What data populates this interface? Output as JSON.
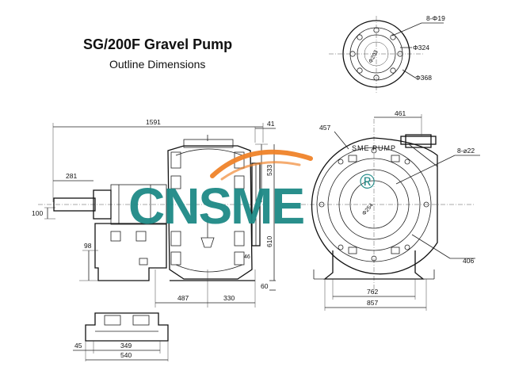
{
  "title": "SG/200F Gravel Pump",
  "subtitle": "Outline Dimensions",
  "logo": {
    "text": "CNSME",
    "registered": "®",
    "teal": "#1e8a86",
    "orange": "#f0832a"
  },
  "side_view": {
    "dim_1591": "1591",
    "dim_41": "41",
    "dim_281": "281",
    "dim_533": "533",
    "dim_100": "100",
    "dim_610": "610",
    "dim_98": "98",
    "dim_46": "46",
    "dim_60": "60",
    "dim_487": "487",
    "dim_330": "330"
  },
  "base_view": {
    "dim_45": "45",
    "dim_349": "349",
    "dim_540": "540"
  },
  "front_view": {
    "dim_461": "461",
    "dim_457": "457",
    "bolt_holes": "8-⌀22",
    "dim_406": "406",
    "dim_762": "762",
    "dim_857": "857",
    "casing_text": "SME PUMP",
    "dia_inner": "Φ254"
  },
  "flange_view": {
    "holes": "8-Φ19",
    "dia_pcd": "Φ324",
    "dia_outer": "Φ368",
    "dia_bore": "Φ203"
  }
}
